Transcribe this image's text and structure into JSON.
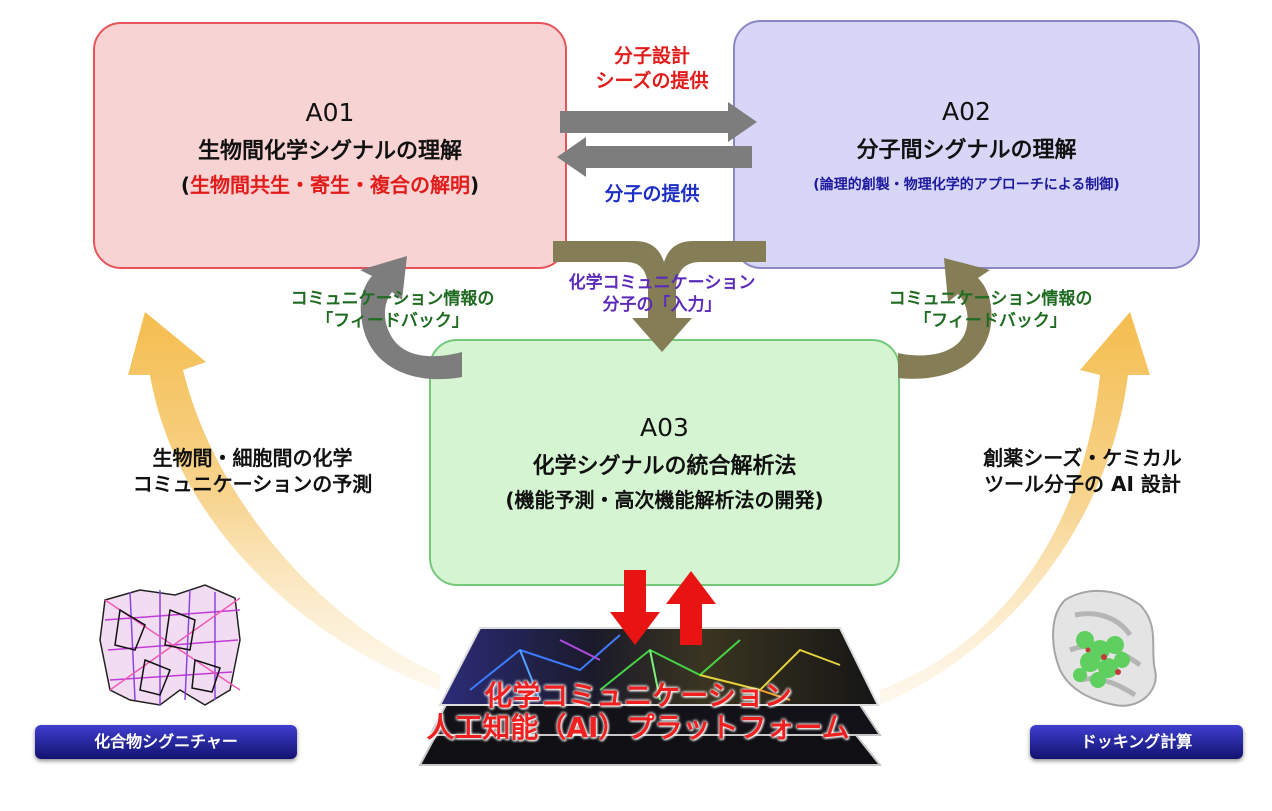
{
  "a01": {
    "code": "A01",
    "title": "生物間化学シグナルの理解",
    "sub_open": "(",
    "sub_text": "生物間共生・寄生・複合の解明",
    "sub_close": ")"
  },
  "a02": {
    "code": "A02",
    "title": "分子間シグナルの理解",
    "sub": "(論理的創製・物理化学的アプローチによる制御)"
  },
  "a03": {
    "code": "A03",
    "title": "化学シグナルの統合解析法",
    "sub": "(機能予測・高次機能解析法の開発)"
  },
  "labels": {
    "seeds_line1": "分子設計",
    "seeds_line2": "シーズの提供",
    "molecule_provision": "分子の提供",
    "input_line1": "化学コミュニケーション",
    "input_line2": "分子の「入力」",
    "feedback_left_line1": "コミュニケーション情報の",
    "feedback_left_line2": "「フィードバック」",
    "feedback_right_line1": "コミュニケーション情報の",
    "feedback_right_line2": "「フィードバック」",
    "predict_line1": "生物間・細胞間の化学",
    "predict_line2": "コミュニケーションの予測",
    "design_line1": "創薬シーズ・ケミカル",
    "design_line2": "ツール分子の AI 設計",
    "platform_line1": "化学コミュニケーション",
    "platform_line2": "人工知能（AI）プラットフォーム"
  },
  "badges": {
    "left": "化合物シグニチャー",
    "right": "ドッキング計算"
  },
  "colors": {
    "a01_fill": "#f8d3d4",
    "a02_fill": "#d7d6f7",
    "a03_fill": "#d5f5d2",
    "arrow_gray": "#7d7d7d",
    "arrow_olive": "#857d55",
    "arrow_yellow": "#f5c35a",
    "arrow_red": "#e81414"
  }
}
